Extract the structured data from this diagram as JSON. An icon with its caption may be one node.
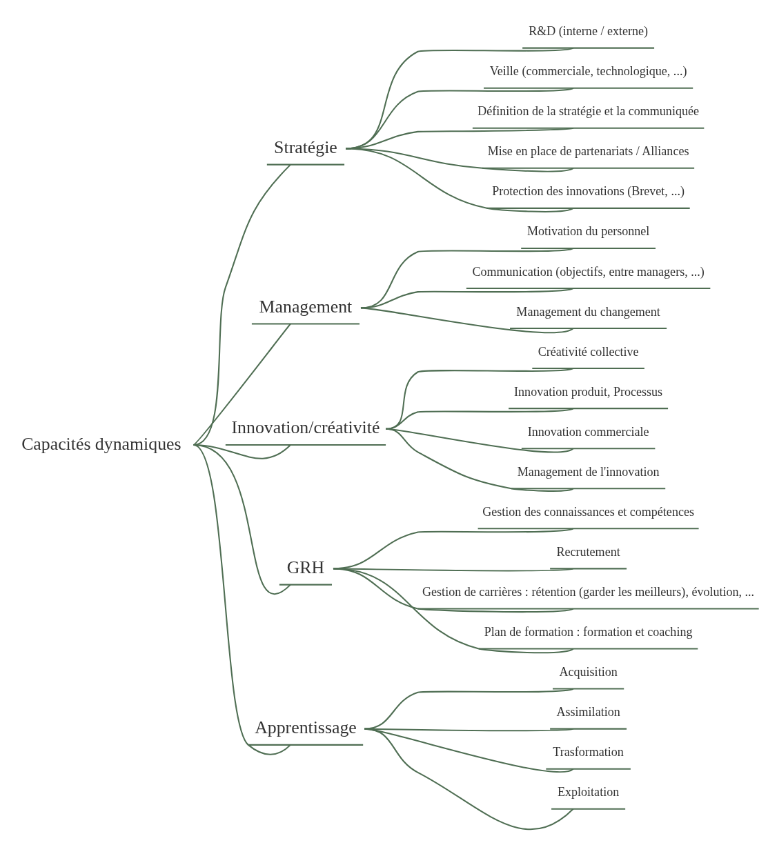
{
  "diagram": {
    "nodes": [
      {
        "text": [
          "Capacités dynamiques"
        ]
      },
      {
        "text": [
          "Stratégie"
        ]
      },
      {
        "text": [
          "R&D (interne / externe)"
        ]
      },
      {
        "text": [
          "Veille (commerciale, technologique, ...)"
        ]
      },
      {
        "text": [
          "Définition de la stratégie et la communiquée"
        ]
      },
      {
        "text": [
          "Mise en place de partenariats / Alliances"
        ]
      },
      {
        "text": [
          "Protection des innovations (Brevet, ...)"
        ]
      },
      {
        "text": [
          "Management"
        ]
      },
      {
        "text": [
          "Motivation du personnel"
        ]
      },
      {
        "text": [
          "Communication (objectifs, entre managers, ...)"
        ]
      },
      {
        "text": [
          "Management du changement"
        ]
      },
      {
        "text": [
          "Innovation/créativité"
        ]
      },
      {
        "text": [
          "Créativité collective"
        ]
      },
      {
        "text": [
          "Innovation produit, Processus"
        ]
      },
      {
        "text": [
          "Innovation commerciale"
        ]
      },
      {
        "text": [
          "Management de l'innovation"
        ]
      },
      {
        "text": [
          "GRH"
        ]
      },
      {
        "text": [
          "Gestion des connaissances et compétences"
        ]
      },
      {
        "text": [
          "Recrutement"
        ]
      },
      {
        "text": [
          "Gestion de carrières : rétention (garder les meilleurs), évolution, ..."
        ]
      },
      {
        "text": [
          "Plan de formation : formation et coaching"
        ]
      },
      {
        "text": [
          "Apprentissage"
        ]
      },
      {
        "text": [
          "Acquisition"
        ]
      },
      {
        "text": [
          "Assimilation"
        ]
      },
      {
        "text": [
          "Trasformation"
        ]
      },
      {
        "text": [
          "Exploitation"
        ]
      }
    ],
    "edges": [
      {
        "from": 0,
        "to": 1,
        "arrow": "none"
      },
      {
        "from": 1,
        "to": 2,
        "arrow": "none"
      },
      {
        "from": 1,
        "to": 3,
        "arrow": "none"
      },
      {
        "from": 1,
        "to": 4,
        "arrow": "none"
      },
      {
        "from": 1,
        "to": 5,
        "arrow": "none"
      },
      {
        "from": 1,
        "to": 6,
        "arrow": "none"
      },
      {
        "from": 0,
        "to": 7,
        "arrow": "none"
      },
      {
        "from": 7,
        "to": 8,
        "arrow": "none"
      },
      {
        "from": 7,
        "to": 9,
        "arrow": "none"
      },
      {
        "from": 7,
        "to": 10,
        "arrow": "none"
      },
      {
        "from": 0,
        "to": 11,
        "arrow": "none"
      },
      {
        "from": 11,
        "to": 12,
        "arrow": "none"
      },
      {
        "from": 11,
        "to": 13,
        "arrow": "none"
      },
      {
        "from": 11,
        "to": 14,
        "arrow": "none"
      },
      {
        "from": 11,
        "to": 15,
        "arrow": "none"
      },
      {
        "from": 0,
        "to": 16,
        "arrow": "none"
      },
      {
        "from": 16,
        "to": 17,
        "arrow": "none"
      },
      {
        "from": 16,
        "to": 18,
        "arrow": "none"
      },
      {
        "from": 16,
        "to": 19,
        "arrow": "none"
      },
      {
        "from": 16,
        "to": 20,
        "arrow": "none"
      },
      {
        "from": 0,
        "to": 21,
        "arrow": "none"
      },
      {
        "from": 21,
        "to": 22,
        "arrow": "none"
      },
      {
        "from": 21,
        "to": 23,
        "arrow": "none"
      },
      {
        "from": 21,
        "to": 24,
        "arrow": "none"
      },
      {
        "from": 21,
        "to": 25,
        "arrow": "none"
      }
    ]
  }
}
